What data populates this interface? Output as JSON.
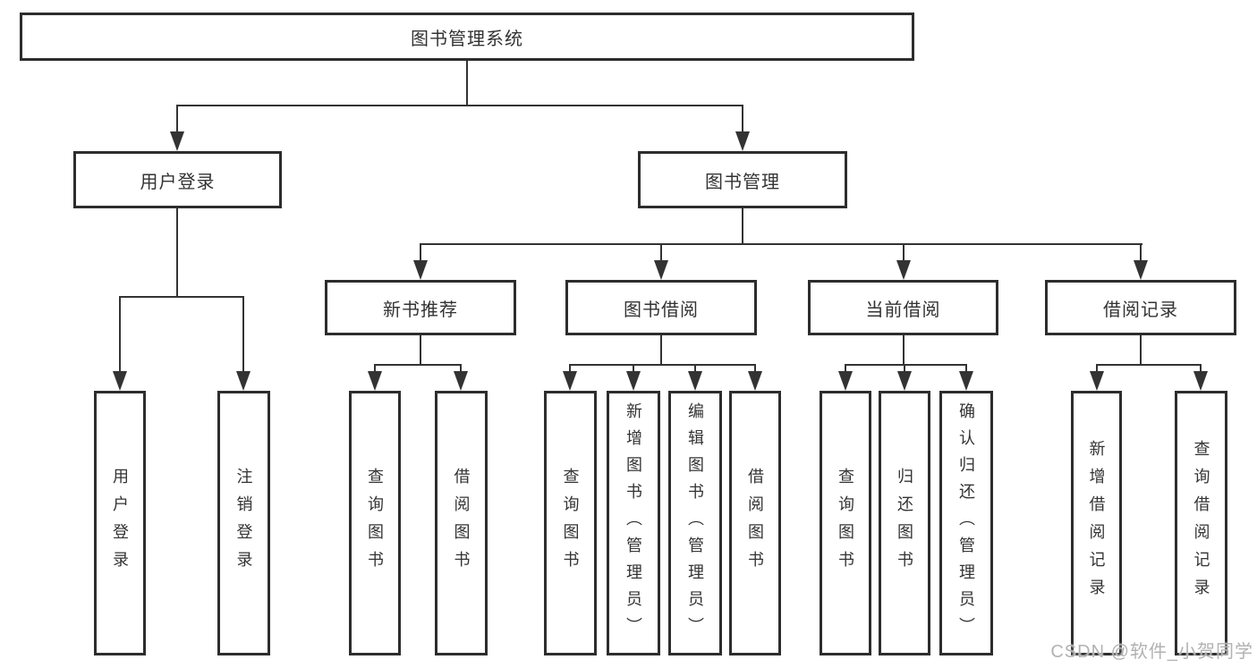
{
  "nodes": {
    "root": "图书管理系统",
    "user_login": "用户登录",
    "book_mgmt": "图书管理",
    "new_books": "新书推荐",
    "book_borrow": "图书借阅",
    "current_borrow": "当前借阅",
    "borrow_records": "借阅记录",
    "leaf_user_login": "用户登录",
    "leaf_logout": "注销登录",
    "leaf_nb_query": "查询图书",
    "leaf_nb_borrow": "借阅图书",
    "leaf_bb_query": "查询图书",
    "leaf_bb_add": "新增图书（管理员）",
    "leaf_bb_edit": "编辑图书（管理员）",
    "leaf_bb_borrow": "借阅图书",
    "leaf_cb_query": "查询图书",
    "leaf_cb_return": "归还图书",
    "leaf_cb_confirm": "确认归还（管理员）",
    "leaf_br_add": "新增借阅记录",
    "leaf_br_query": "查询借阅记录"
  },
  "watermark": "CSDN @软件_小贺同学",
  "colors": {
    "line": "#333333",
    "box_border": "#2d2d2d",
    "text": "#333333",
    "watermark": "#b2b2b2",
    "background": "#ffffff"
  }
}
